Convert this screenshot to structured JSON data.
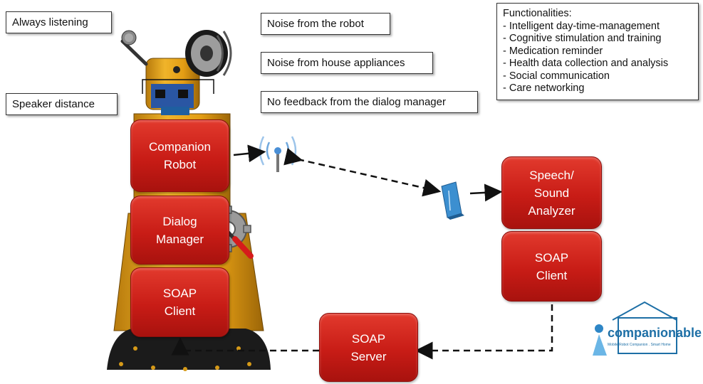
{
  "labels": {
    "always_listening": "Always listening",
    "speaker_distance": "Speaker distance",
    "noise_robot": "Noise from the robot",
    "noise_appliances": "Noise from house appliances",
    "no_feedback": "No feedback from the dialog manager"
  },
  "functionalities": {
    "title": "Functionalities:",
    "items": [
      "- Intelligent day-time-management",
      "- Cognitive stimulation and training",
      "- Medication reminder",
      "- Health data collection and analysis",
      "- Social communication",
      "- Care networking"
    ]
  },
  "blocks": {
    "companion_robot": [
      "Companion",
      "Robot"
    ],
    "dialog_manager": [
      "Dialog",
      "Manager"
    ],
    "soap_client_left": [
      "SOAP",
      "Client"
    ],
    "speech_analyzer": [
      "Speech/",
      "Sound",
      "Analyzer"
    ],
    "soap_client_right": [
      "SOAP",
      "Client"
    ],
    "soap_server": [
      "SOAP",
      "Server"
    ]
  },
  "logo": {
    "name": "companionable",
    "tagline": "Mobile Robot Companion . Smart Home"
  },
  "colors": {
    "block_red": "#c81c16",
    "robot_yellow": "#e3a21a",
    "logo_blue": "#1d6fa6"
  },
  "icons": [
    "microphone-icon",
    "speaker-icon",
    "antenna-icon",
    "router-icon",
    "gear-wrench-icon",
    "house-logo-icon"
  ]
}
